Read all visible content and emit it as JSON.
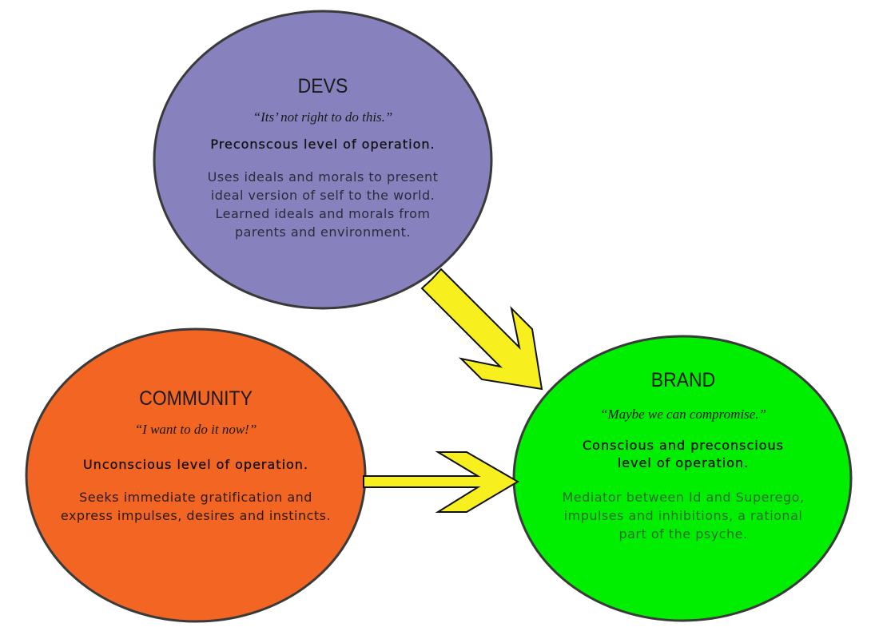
{
  "nodes": {
    "devs": {
      "title": "DEVS",
      "quote": "“Its’ not right to do this.”",
      "level": "Preconscous level of operation.",
      "description": "Uses ideals and morals to present\nideal version of self to the world.\nLearned ideals and morals from\nparents and environment.",
      "fill": "#8781bd"
    },
    "community": {
      "title": "COMMUNITY",
      "quote": "“I want to do it now!”",
      "level": "Unconscious level of operation.",
      "description": "Seeks immediate gratification and\nexpress impulses, desires and instincts.",
      "fill": "#f26522"
    },
    "brand": {
      "title": "BRAND",
      "quote": "“Maybe we can compromise.”",
      "level": "Conscious and preconscious\nlevel of operation.",
      "description": "Mediator between Id and Superego,\nimpulses and inhibitions, a rational\npart of the psyche.",
      "fill": "#00ee00"
    }
  },
  "colors": {
    "outline": "#3a3a3a",
    "arrow_fill": "#f7f01e",
    "arrow_stroke": "#111111"
  }
}
